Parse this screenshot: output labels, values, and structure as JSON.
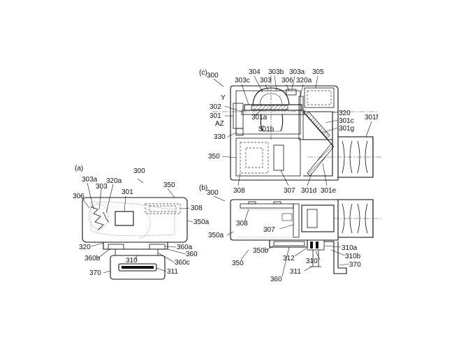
{
  "panels": {
    "a": "(a)",
    "b": "(b)",
    "c": "(c)"
  },
  "labels_a": {
    "l300": "300",
    "l301": "301",
    "l303a": "303a",
    "l303": "303",
    "l320a": "320a",
    "l306": "306",
    "l350": "350",
    "l308": "308",
    "l350a": "350a",
    "l320": "320",
    "l360a": "360a",
    "l360b": "360b",
    "l360": "360",
    "l310": "310",
    "l360c": "360c",
    "l370": "370",
    "l311": "311"
  },
  "labels_b": {
    "l300": "300",
    "l308": "308",
    "l307": "307",
    "l350a": "350a",
    "l350b": "350b",
    "l350": "350",
    "l312": "312",
    "l310a": "310a",
    "l310b": "310b",
    "l310": "310",
    "l370": "370",
    "l311": "311",
    "l360": "360"
  },
  "labels_c": {
    "l300": "300",
    "l304": "304",
    "l303b": "303b",
    "l303a": "303a",
    "l305": "305",
    "l303c": "303c",
    "l303": "303",
    "l306": "306",
    "l320a": "320a",
    "lY": "Y",
    "l302": "302",
    "l301a": "301a",
    "l320": "320",
    "l301": "301",
    "lAZ": "AZ",
    "l301c": "301c",
    "l301f": "301f",
    "l301b": "301b",
    "l301g": "301g",
    "l330": "330",
    "l350": "350",
    "l308": "308",
    "l307": "307",
    "l301d": "301d",
    "l301e": "301e"
  }
}
